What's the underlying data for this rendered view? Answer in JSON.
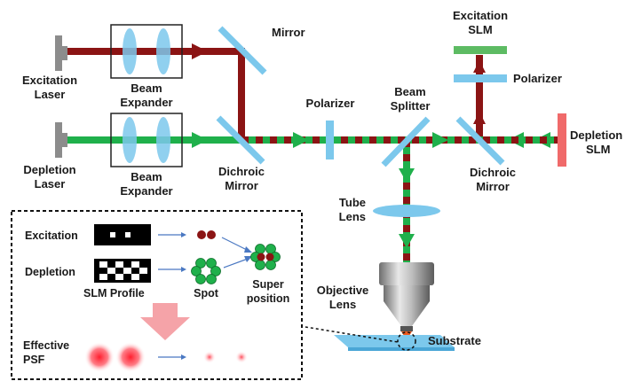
{
  "labels": {
    "excitation_laser_1": "Excitation",
    "excitation_laser_2": "Laser",
    "depletion_laser_1": "Depletion",
    "depletion_laser_2": "Laser",
    "beam_expander_top_1": "Beam",
    "beam_expander_top_2": "Expander",
    "beam_expander_bottom_1": "Beam",
    "beam_expander_bottom_2": "Expander",
    "mirror": "Mirror",
    "dichroic_left_1": "Dichroic",
    "dichroic_left_2": "Mirror",
    "polarizer_main": "Polarizer",
    "beam_splitter_1": "Beam",
    "beam_splitter_2": "Splitter",
    "excitation_slm_1": "Excitation",
    "excitation_slm_2": "SLM",
    "polarizer_top": "Polarizer",
    "depletion_slm_1": "Depletion",
    "depletion_slm_2": "SLM",
    "dichroic_right_1": "Dichroic",
    "dichroic_right_2": "Mirror",
    "tube_lens_1": "Tube",
    "tube_lens_2": "Lens",
    "objective_lens_1": "Objective",
    "objective_lens_2": "Lens",
    "substrate": "Substrate"
  },
  "inset": {
    "excitation": "Excitation",
    "depletion": "Depletion",
    "slm_profile": "SLM Profile",
    "spot": "Spot",
    "super_1": "Super",
    "super_2": "position",
    "effective_1": "Effective",
    "effective_2": "PSF"
  },
  "colors": {
    "excitation_beam": "#8b1414",
    "depletion_beam": "#1fb04b",
    "optic_blue": "#7cc8ec",
    "excitation_slm": "#5dbb63",
    "depletion_slm": "#f06a6a",
    "source_grey": "#8c8c8c",
    "arrow_pink": "#f5a3a8"
  }
}
